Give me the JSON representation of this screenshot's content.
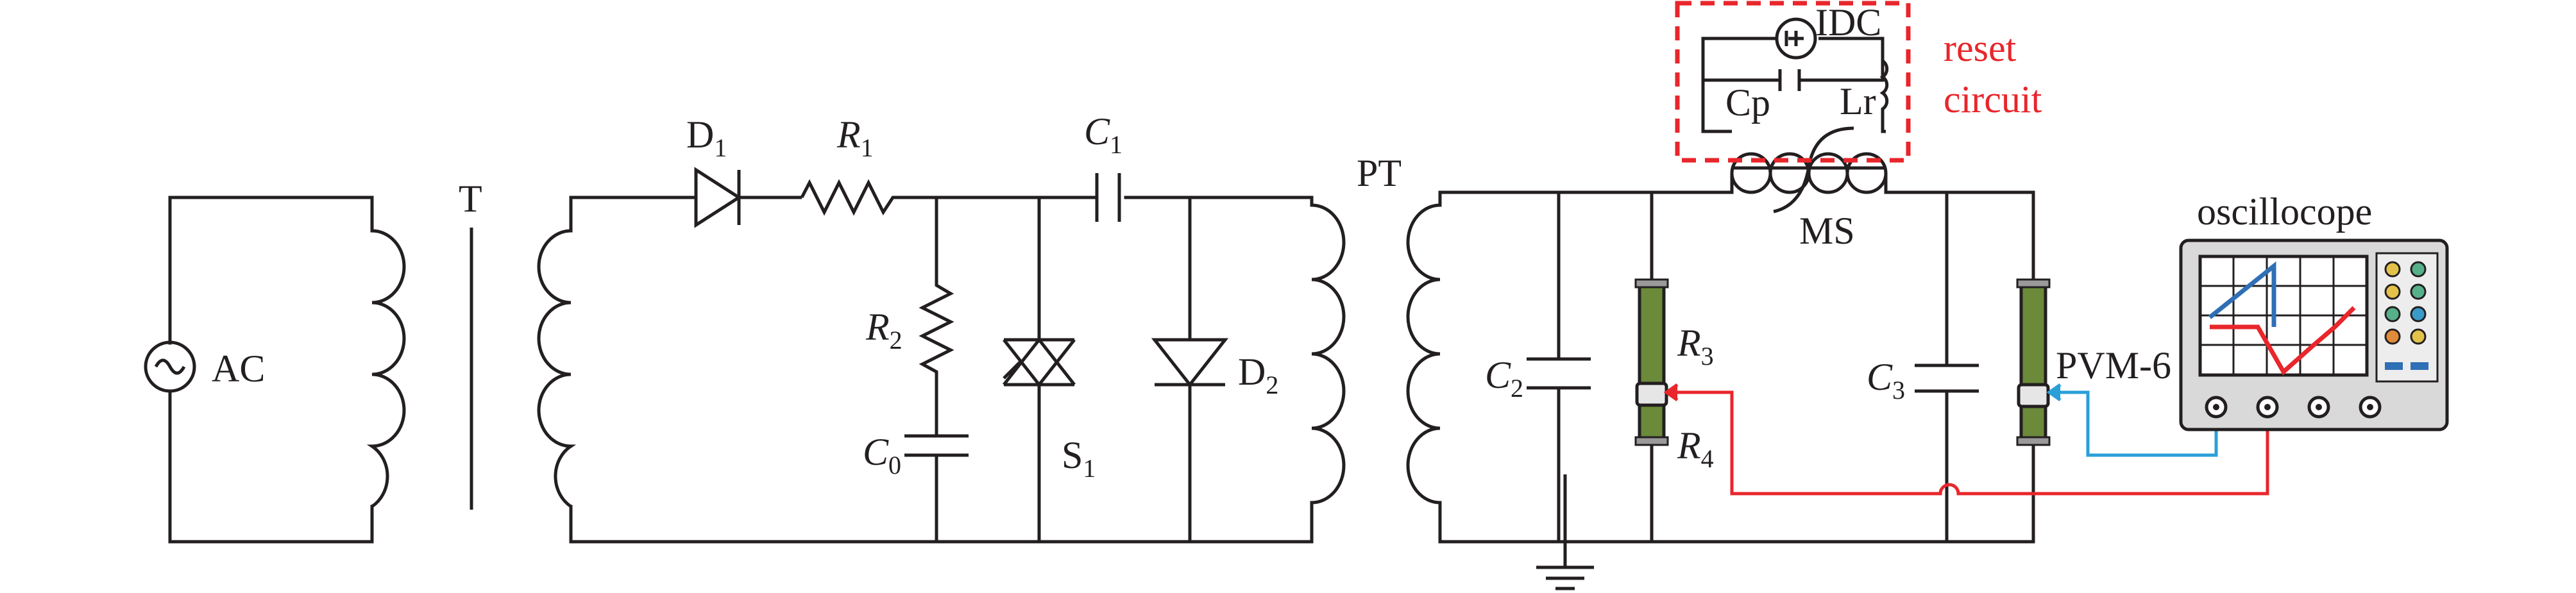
{
  "labels": {
    "ac": "AC",
    "transformer": "T",
    "d1_main": "D",
    "d1_sub": "1",
    "r1_main": "R",
    "r1_sub": "1",
    "c1_main": "C",
    "c1_sub": "1",
    "r2_main": "R",
    "r2_sub": "2",
    "c0_main": "C",
    "c0_sub": "0",
    "s1_main": "S",
    "s1_sub": "1",
    "d2_main": "D",
    "d2_sub": "2",
    "pt": "PT",
    "c2_main": "C",
    "c2_sub": "2",
    "r3_main": "R",
    "r3_sub": "3",
    "r4_main": "R",
    "r4_sub": "4",
    "c3_main": "C",
    "c3_sub": "3",
    "ms": "MS",
    "pvm": "PVM-6",
    "idc": "IDC",
    "cp": "Cp",
    "lr": "Lr",
    "reset_line1": "reset",
    "reset_line2": "circuit",
    "oscilloscope": "oscillocope"
  },
  "colors": {
    "wire": "#231f20",
    "probe_body": "#6b8a3a",
    "probe_red": "#e8262b",
    "probe_blue": "#2a9fd8",
    "reset_box": "#e8262b",
    "scope_trace_blue": "#2f6fb5",
    "scope_trace_red": "#e8262b",
    "scope_knobs": [
      "#e3c24a",
      "#56b08a",
      "#3a9ac9",
      "#e08a3a"
    ]
  },
  "icons": [
    "ac-source-icon",
    "transformer-icon",
    "diode-icon",
    "resistor-icon",
    "capacitor-icon",
    "thyristor-icon",
    "ground-icon",
    "voltage-probe-icon",
    "oscilloscope-icon",
    "dc-source-icon",
    "inductor-icon"
  ]
}
